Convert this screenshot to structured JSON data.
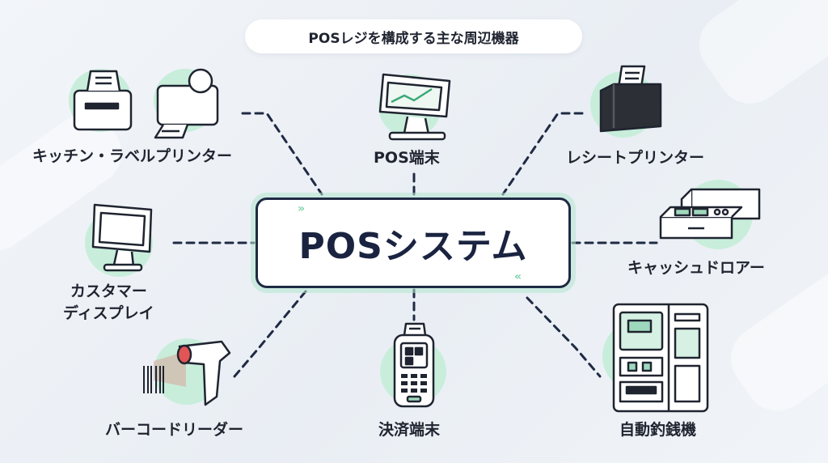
{
  "diagram": {
    "title": "POSレジを構成する主な周辺機器",
    "center_label": "POSシステム",
    "nodes": {
      "kitchen_label_printer": {
        "label": "キッチン・ラベルプリンター",
        "icon": "kitchen-label-printer-icon"
      },
      "pos_terminal": {
        "label": "POS端末",
        "icon": "pos-terminal-icon"
      },
      "receipt_printer": {
        "label": "レシートプリンター",
        "icon": "receipt-printer-icon"
      },
      "customer_display": {
        "label_line1": "カスタマー",
        "label_line2": "ディスプレイ",
        "icon": "customer-display-icon"
      },
      "cash_drawer": {
        "label": "キャッシュドロアー",
        "icon": "cash-drawer-icon"
      },
      "barcode_reader": {
        "label": "バーコードリーダー",
        "icon": "barcode-reader-icon"
      },
      "payment_terminal": {
        "label": "決済端末",
        "icon": "payment-terminal-icon"
      },
      "auto_change_machine": {
        "label": "自動釣銭機",
        "icon": "auto-change-machine-icon"
      }
    },
    "colors": {
      "accent_mint": "#c8eedb",
      "line_navy": "#1f2a44",
      "background": "#eef2f6"
    }
  }
}
